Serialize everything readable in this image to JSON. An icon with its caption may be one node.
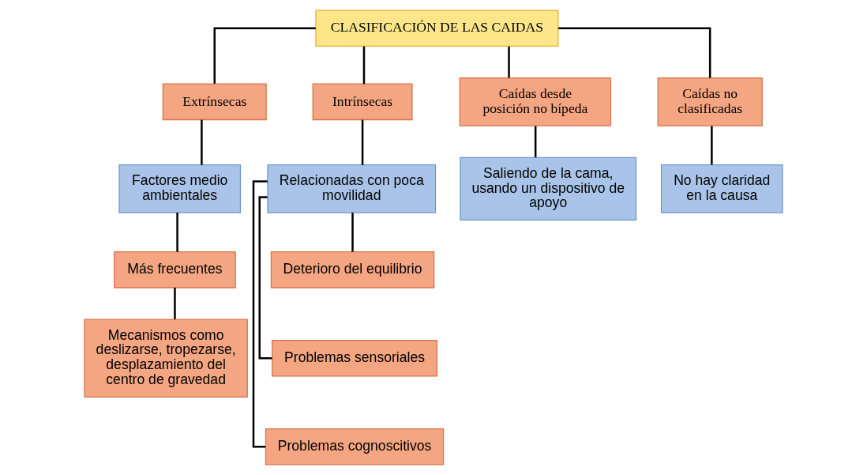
{
  "diagram": {
    "nodes": [
      {
        "text": [
          "CLASIFICACIÓN DE LAS CAIDAS"
        ]
      },
      {
        "text": [
          "Extrínsecas"
        ]
      },
      {
        "text": [
          "Intrínsecas"
        ]
      },
      {
        "text": [
          "Caídas desde posición no bípeda"
        ]
      },
      {
        "text": [
          "Caídas no clasificadas"
        ]
      },
      {
        "text": [
          "Factores medio ambientales"
        ]
      },
      {
        "text": [
          "Relacionadas con poca movilidad"
        ]
      },
      {
        "text": [
          "Saliendo de la cama, usando un dispositivo de apoyo"
        ]
      },
      {
        "text": [
          "No hay claridad en la causa"
        ]
      },
      {
        "text": [
          "Más frecuentes"
        ]
      },
      {
        "text": [
          "Deterioro del equilibrio"
        ]
      },
      {
        "text": [
          "Problemas sensoriales"
        ]
      },
      {
        "text": [
          "Problemas cognoscitivos"
        ]
      },
      {
        "text": [
          "Mecanismos como deslizarse, tropezarse, desplazamiento del centro de gravedad"
        ]
      }
    ],
    "edges": [
      {
        "from": 0,
        "to": 1,
        "arrow": "none"
      },
      {
        "from": 0,
        "to": 2,
        "arrow": "none"
      },
      {
        "from": 0,
        "to": 3,
        "arrow": "none"
      },
      {
        "from": 0,
        "to": 4,
        "arrow": "none"
      },
      {
        "from": 1,
        "to": 5,
        "arrow": "none"
      },
      {
        "from": 2,
        "to": 6,
        "arrow": "none"
      },
      {
        "from": 3,
        "to": 7,
        "arrow": "none"
      },
      {
        "from": 4,
        "to": 8,
        "arrow": "none"
      },
      {
        "from": 5,
        "to": 9,
        "arrow": "none"
      },
      {
        "from": 9,
        "to": 13,
        "arrow": "none"
      },
      {
        "from": 6,
        "to": 10,
        "arrow": "none"
      },
      {
        "from": 6,
        "to": 11,
        "arrow": "none"
      },
      {
        "from": 6,
        "to": 12,
        "arrow": "none"
      }
    ]
  }
}
